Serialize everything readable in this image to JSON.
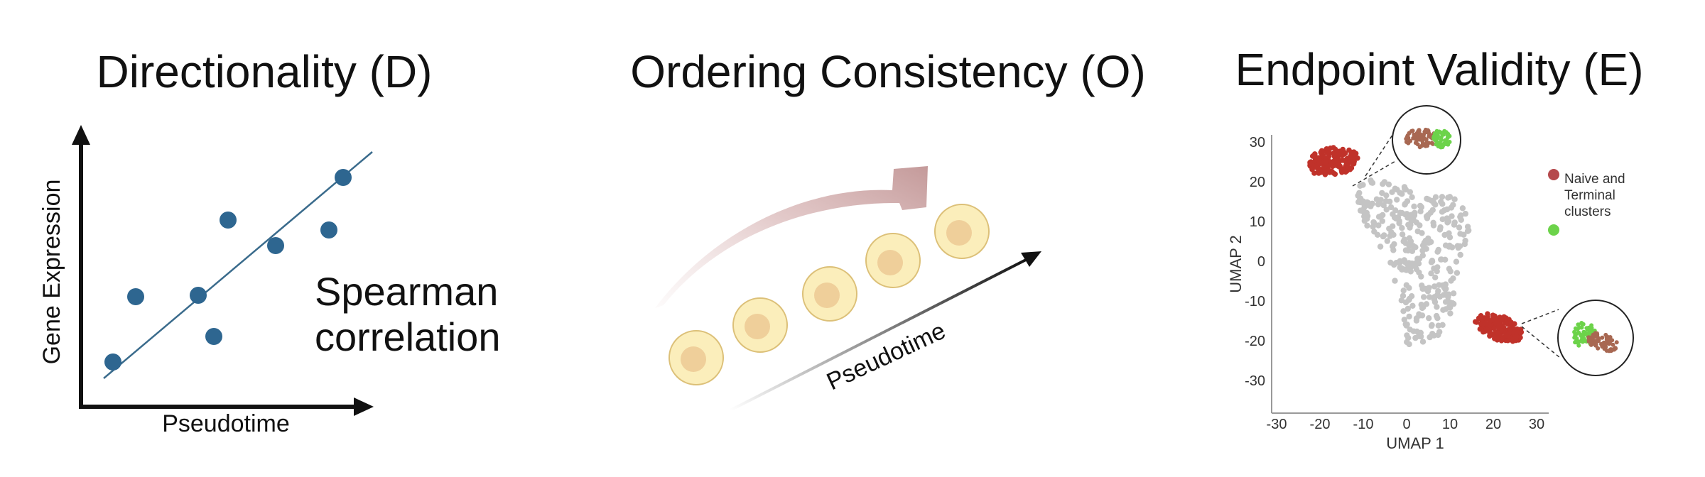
{
  "panels": {
    "directionality": {
      "title": "Directionality (D)",
      "x_label": "Pseudotime",
      "y_label": "Gene Expression",
      "annotation": [
        "Spearman",
        "correlation"
      ],
      "colors": {
        "point": "#2e6690",
        "line": "#3a6b8c",
        "axis": "#111111"
      }
    },
    "ordering": {
      "title": "Ordering Consistency (O)",
      "arrow_label": "Pseudotime",
      "colors": {
        "cell_outer": "#fbeebb",
        "cell_inner": "#efcf9a",
        "cell_stroke": "#dcc078",
        "arrow": "#c49a9a"
      }
    },
    "endpoint": {
      "title": "Endpoint Validity (E)",
      "x_label": "UMAP 1",
      "y_label": "UMAP 2",
      "x_ticks": [
        "-30",
        "-20",
        "-10",
        "0",
        "10",
        "20",
        "30"
      ],
      "y_ticks": [
        "30",
        "20",
        "10",
        "0",
        "-10",
        "-20",
        "-30"
      ],
      "legend": [
        {
          "label_lines": [
            "Naive and",
            "Terminal",
            "clusters"
          ],
          "color": "#b5494c"
        },
        {
          "label_lines": [],
          "color": "#6cd34a"
        }
      ],
      "colors": {
        "terminal": "#c0322a",
        "background_cells": "#c4c4c4",
        "brown": "#a86852",
        "green": "#6cd34a"
      }
    }
  }
}
